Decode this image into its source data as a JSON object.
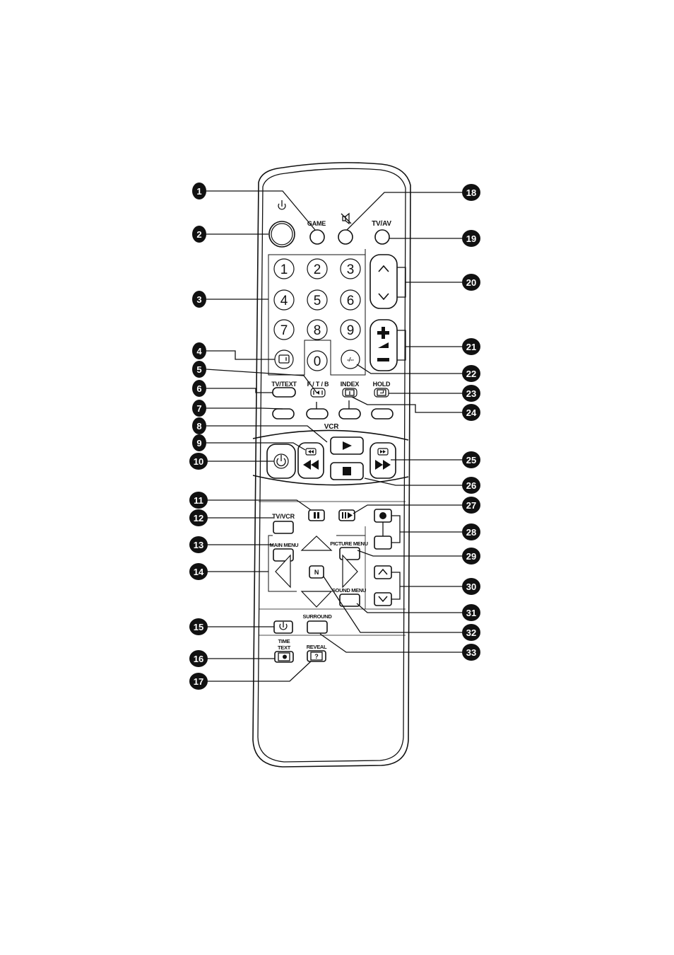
{
  "callouts": [
    {
      "num": "1"
    },
    {
      "num": "2"
    },
    {
      "num": "3"
    },
    {
      "num": "4"
    },
    {
      "num": "5"
    },
    {
      "num": "6"
    },
    {
      "num": "7"
    },
    {
      "num": "8"
    },
    {
      "num": "9"
    },
    {
      "num": "10"
    },
    {
      "num": "11"
    },
    {
      "num": "12"
    },
    {
      "num": "13"
    },
    {
      "num": "14"
    },
    {
      "num": "15"
    },
    {
      "num": "16"
    },
    {
      "num": "17"
    },
    {
      "num": "18"
    },
    {
      "num": "19"
    },
    {
      "num": "20"
    },
    {
      "num": "21"
    },
    {
      "num": "22"
    },
    {
      "num": "23"
    },
    {
      "num": "24"
    },
    {
      "num": "25"
    },
    {
      "num": "26"
    },
    {
      "num": "27"
    },
    {
      "num": "28"
    },
    {
      "num": "29"
    },
    {
      "num": "30"
    },
    {
      "num": "31"
    },
    {
      "num": "32"
    },
    {
      "num": "33"
    }
  ],
  "labels": {
    "game": "GAME",
    "tv_av": "TV/AV",
    "tv_text": "TV/TEXT",
    "ftb": "F / T / B",
    "index": "INDEX",
    "hold": "HOLD",
    "vcr": "VCR",
    "tv_vcr": "TV/VCR",
    "main_menu": "MAIN MENU",
    "picture_menu": "PICTURE MENU",
    "sound_menu": "SOUND MENU",
    "surround": "SURROUND",
    "time": "TIME",
    "text": "TEXT",
    "reveal": "REVEAL",
    "n_button": "N",
    "digit_toggle": "-/--"
  },
  "digits": [
    "1",
    "2",
    "3",
    "4",
    "5",
    "6",
    "7",
    "8",
    "9",
    "0"
  ],
  "icons": {
    "power": "power-symbol",
    "mute": "speaker-crossed",
    "volume": "volume-wedge",
    "timer": "clock-power",
    "colour_keys": "four-blank-keys"
  },
  "colors": {
    "ink": "#111111",
    "paper": "#ffffff"
  }
}
